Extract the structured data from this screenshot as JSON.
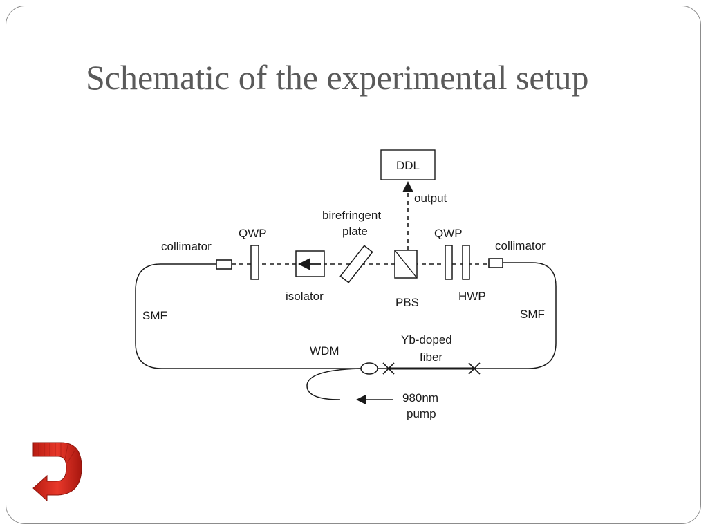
{
  "slide": {
    "title": "Schematic of the experimental setup"
  },
  "diagram": {
    "labels": {
      "ddl": "DDL",
      "output": "output",
      "birefringent_plate_line1": "birefringent",
      "birefringent_plate_line2": "plate",
      "qwp_left": "QWP",
      "qwp_right": "QWP",
      "collimator_left": "collimator",
      "collimator_right": "collimator",
      "isolator": "isolator",
      "pbs": "PBS",
      "hwp": "HWP",
      "smf_left": "SMF",
      "smf_right": "SMF",
      "wdm": "WDM",
      "yb_fiber_line1": "Yb-doped",
      "yb_fiber_line2": "fiber",
      "pump_line1": "980nm",
      "pump_line2": "pump"
    }
  },
  "colors": {
    "title": "#5a5a5a",
    "frame": "#8c8c8c",
    "arrow_red": "#d42a1c"
  },
  "icons": {
    "nav": "curved-arrow-icon"
  }
}
